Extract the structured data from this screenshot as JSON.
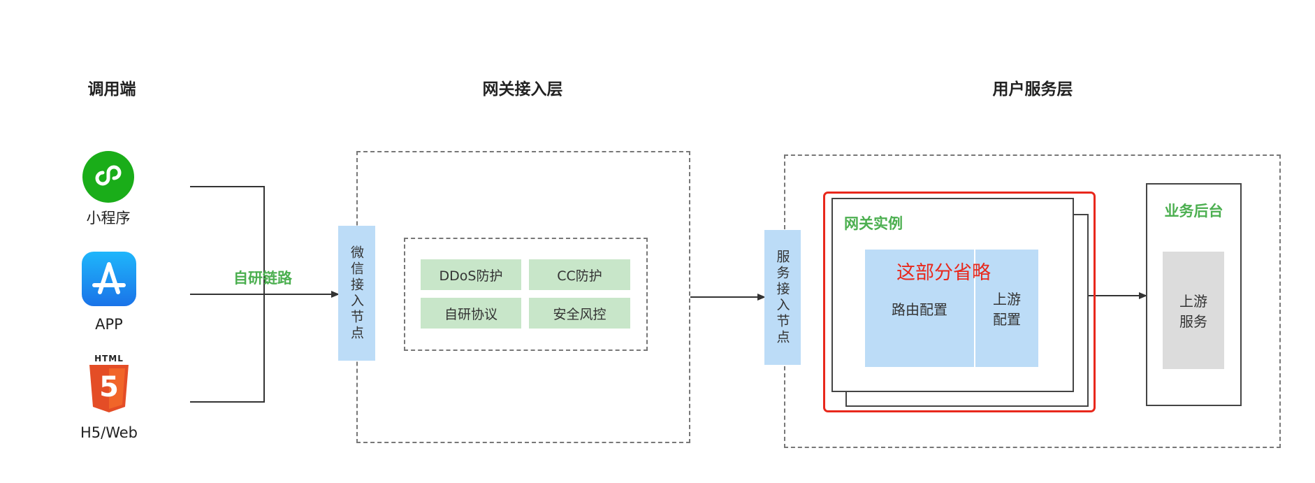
{
  "columns": {
    "caller": "调用端",
    "gateway_access": "网关接入层",
    "user_service": "用户服务层"
  },
  "clients": [
    {
      "label": "小程序",
      "icon": "mini-program-icon"
    },
    {
      "label": "APP",
      "icon": "app-store-icon"
    },
    {
      "label": "H5/Web",
      "icon": "html5-icon",
      "icon_text": "HTML",
      "badge": "5"
    }
  ],
  "link_label": "自研链路",
  "wechat_node": "微信接入节点",
  "protections": [
    "DDoS防护",
    "CC防护",
    "自研协议",
    "安全风控"
  ],
  "service_node": "服务接入节点",
  "gateway_instance": {
    "title": "网关实例",
    "omitted_note": "这部分省略",
    "routing": "路由配置",
    "upstream_config_line1": "上游",
    "upstream_config_line2": "配置"
  },
  "backend": {
    "title": "业务后台",
    "upstream_service_line1": "上游",
    "upstream_service_line2": "服务"
  },
  "colors": {
    "green_text": "#4caf50",
    "highlight_red": "#e8281c",
    "node_blue": "#bcdcf7",
    "cell_green": "#c8e6c9",
    "grey_box": "#dcdcdc"
  }
}
